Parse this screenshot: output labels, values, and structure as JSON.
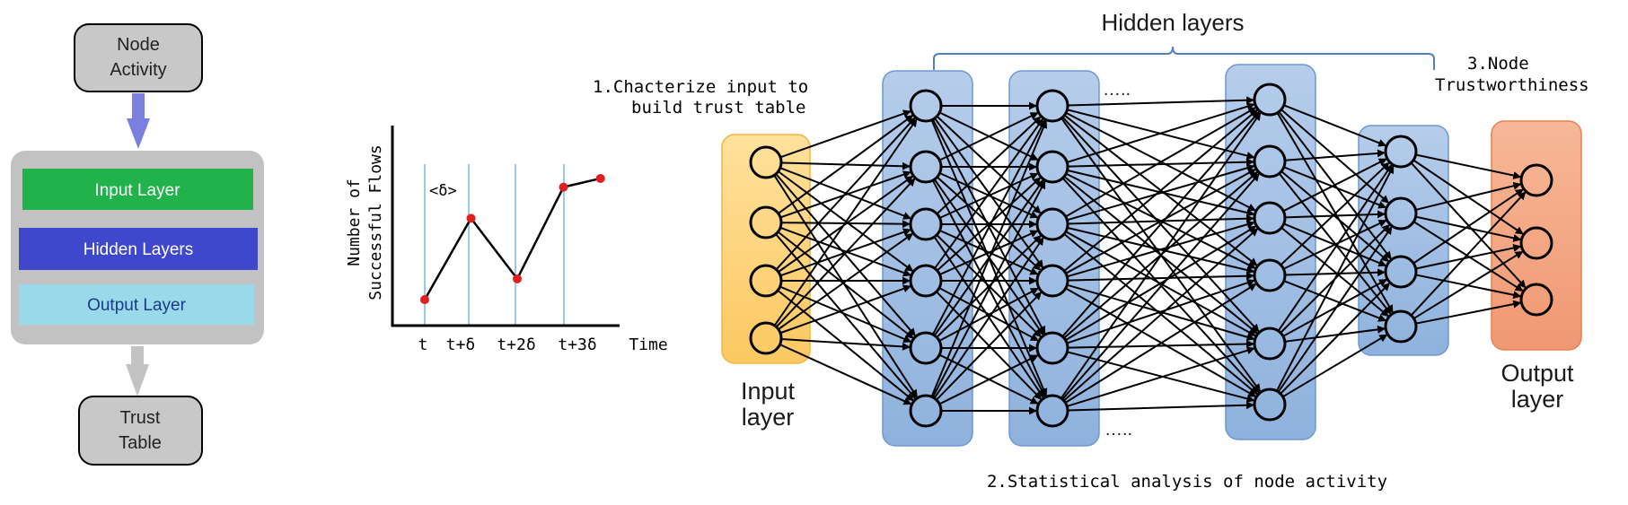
{
  "flow": {
    "node_activity": [
      "Node",
      "Activity"
    ],
    "input_layer": "Input Layer",
    "hidden_layers": "Hidden Layers",
    "output_layer": "Output Layer",
    "trust_table": [
      "Trust",
      "Table"
    ],
    "colors": {
      "box_fill": "#c8c8c8",
      "panel_fill": "#c2c2c2",
      "input_fill": "#21b24c",
      "hidden_fill": "#3f48cc",
      "output_fill": "#99d9ea",
      "arrow_top": "#7b7fe0",
      "arrow_bottom": "#c3c3c3"
    }
  },
  "plot": {
    "ylabel": [
      "Number of",
      "Successful Flows"
    ],
    "delta_label": "<δ>",
    "ticks": [
      "t",
      "t+δ",
      "t+2δ",
      "t+3δ"
    ],
    "xlabel": "Time",
    "points": [
      [
        0,
        0.15
      ],
      [
        1,
        0.62
      ],
      [
        2,
        0.27
      ],
      [
        3,
        0.8
      ],
      [
        3.8,
        0.85
      ]
    ]
  },
  "nn": {
    "hidden_title": "Hidden layers",
    "step1": [
      "1.Chacterize input to",
      "build trust table"
    ],
    "step2": "2.Statistical analysis of node activity",
    "step3": [
      "3.Node",
      "Trustworthiness"
    ],
    "input_label": [
      "Input",
      "layer"
    ],
    "output_label": [
      "Output",
      "layer"
    ],
    "ellipsis": "…..",
    "colors": {
      "input_fill": "#ffd27a",
      "hidden_fill": "#9bbbe2",
      "output_fill": "#f2a080",
      "brace": "#4f81bd"
    }
  }
}
